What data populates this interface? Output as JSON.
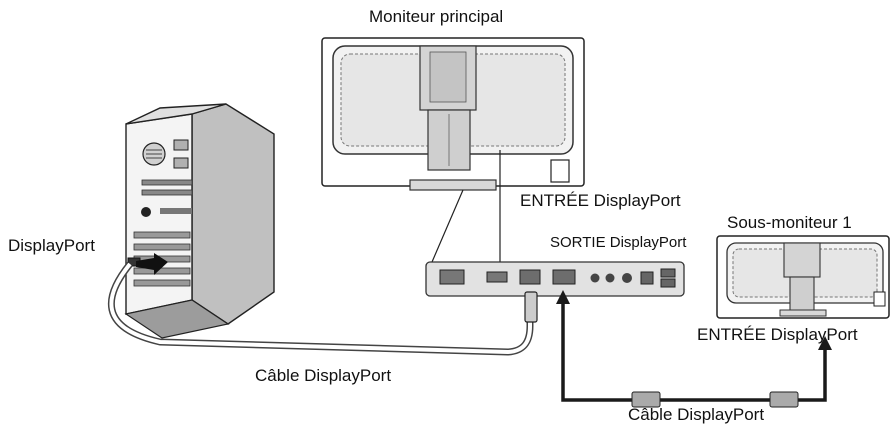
{
  "labels": {
    "main_monitor": "Moniteur principal",
    "sub_monitor": "Sous-moniteur 1",
    "in_displayport_main": "ENTRÉE DisplayPort",
    "out_displayport": "SORTIE DisplayPort",
    "in_displayport_sub": "ENTRÉE DisplayPort",
    "pc_displayport": "DisplayPort",
    "cable_displayport_1": "Câble DisplayPort",
    "cable_displayport_2": "Câble DisplayPort"
  },
  "colors": {
    "line": "#222222",
    "gray_light": "#d9d9d9",
    "gray_mid": "#a8a8a8",
    "gray_dark": "#5a5a5a",
    "cable_light": "#cccccc"
  }
}
